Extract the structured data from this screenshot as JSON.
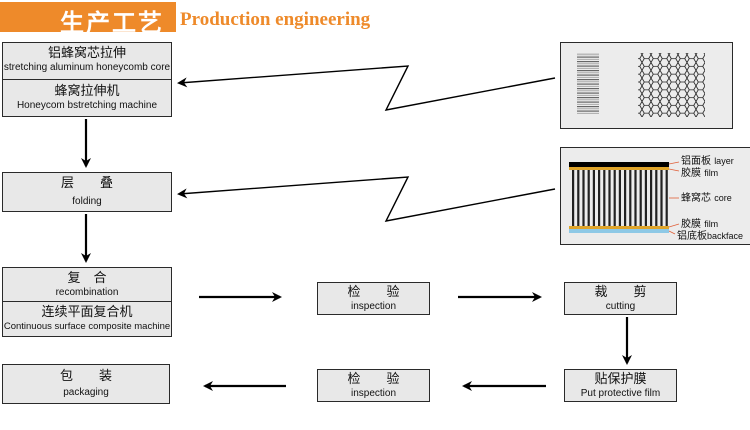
{
  "header": {
    "title_cn": "生产工艺",
    "title_en": "Production engineering",
    "accent_color": "#ee8a2a"
  },
  "steps": {
    "stretching": {
      "cn": "铝蜂窝芯拉伸",
      "en": "stretching aluminum honeycomb core",
      "machine_cn": "蜂窝拉伸机",
      "machine_en": "Honeycom bstretching machine"
    },
    "folding": {
      "cn": "层　　叠",
      "en": "folding"
    },
    "recombination": {
      "cn": "复　合",
      "en": "recombination",
      "machine_cn": "连续平面复合机",
      "machine_en": "Continuous surface composite machine"
    },
    "inspection1": {
      "cn": "检　　验",
      "en": "inspection"
    },
    "cutting": {
      "cn": "裁　　剪",
      "en": "cutting"
    },
    "protective_film": {
      "cn": "贴保护膜",
      "en": "Put protective film"
    },
    "inspection2": {
      "cn": "检　　验",
      "en": "inspection"
    },
    "packaging": {
      "cn": "包　　装",
      "en": "packaging"
    }
  },
  "structure_labels": [
    {
      "cn": "铝面板",
      "en": "layer"
    },
    {
      "cn": "胶膜",
      "en": "film"
    },
    {
      "cn": "蜂窝芯",
      "en": "core"
    },
    {
      "cn": "胶膜",
      "en": "film"
    },
    {
      "cn": "铝底板",
      "en": "backface"
    }
  ],
  "colors": {
    "box_fill": "#e8e8e8",
    "film": "#e0a52a",
    "backface": "#8ec9e6",
    "leader": "#e0603a"
  }
}
